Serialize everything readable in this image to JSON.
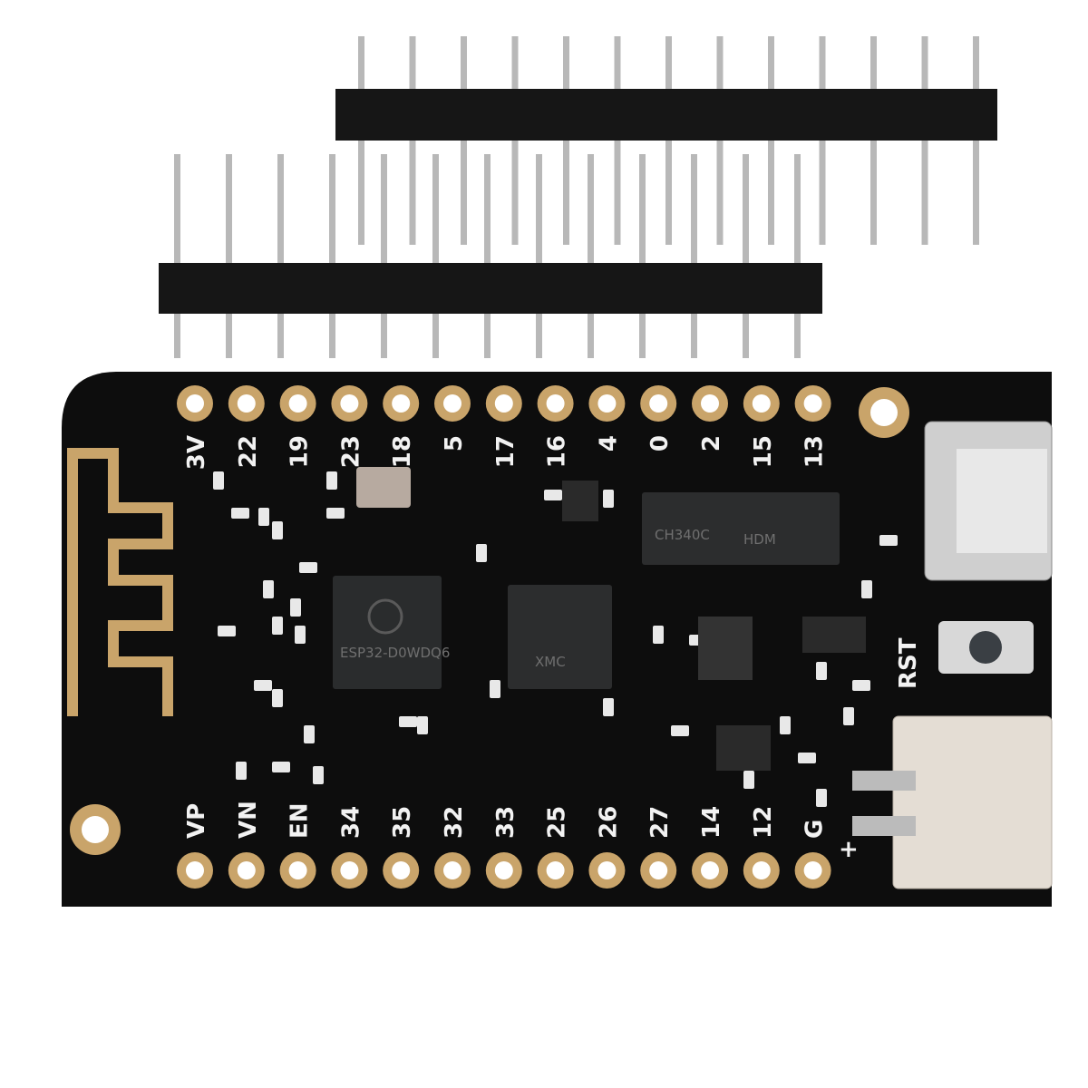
{
  "product": {
    "board_color": "#0d0d0d",
    "pad_color": "#c9a46a",
    "top_labels": [
      "3V",
      "22",
      "19",
      "23",
      "18",
      "5",
      "17",
      "16",
      "4",
      "0",
      "2",
      "15",
      "13"
    ],
    "bottom_labels": [
      "VP",
      "VN",
      "EN",
      "34",
      "35",
      "32",
      "33",
      "25",
      "26",
      "27",
      "14",
      "12",
      "G"
    ],
    "reset_label": "RST",
    "battery_plus_label": "+",
    "mcu_text": "ESP32-D0WDQ6",
    "usb_chip_text": "CH340C",
    "usb_chip_brand": "HDM",
    "flash_chip_text": "XMC",
    "header_pin_count": 13
  }
}
